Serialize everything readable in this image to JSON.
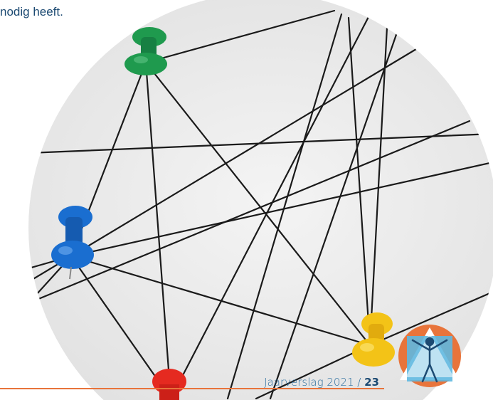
{
  "intro": {
    "text": "nodig heeft."
  },
  "footer": {
    "report_label": "Jaarverslag 2021",
    "separator": " / ",
    "page_number": "23"
  },
  "colors": {
    "text_blue": "#1c4a72",
    "accent_orange": "#e8743b",
    "pin_green": "#1f9a4e",
    "pin_blue": "#1a6ed0",
    "pin_yellow": "#f3c317",
    "pin_red": "#e52a20"
  },
  "icons": {
    "logo": "vitruvian-figure-logo"
  }
}
